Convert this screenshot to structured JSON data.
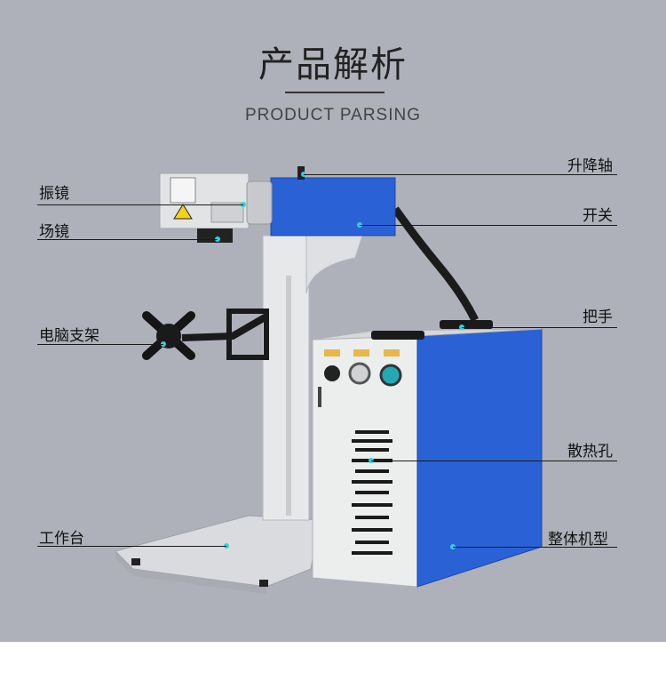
{
  "header": {
    "title": "产品解析",
    "subtitle": "PRODUCT PARSING"
  },
  "labels": {
    "left": {
      "galvo": "振镜",
      "field_lens": "场镜",
      "monitor_bracket": "电脑支架",
      "worktable": "工作台"
    },
    "right": {
      "lift_axis": "升降轴",
      "switch": "开关",
      "handle": "把手",
      "vents": "散热孔",
      "whole_unit": "整体机型"
    }
  },
  "colors": {
    "panel_bg": "#aeb1b9",
    "cabinet_blue": "#2a62d6",
    "marker": "#2fd0e0"
  },
  "icons": [
    "laser-warning-icon",
    "caution-label-icon",
    "key-icon"
  ]
}
